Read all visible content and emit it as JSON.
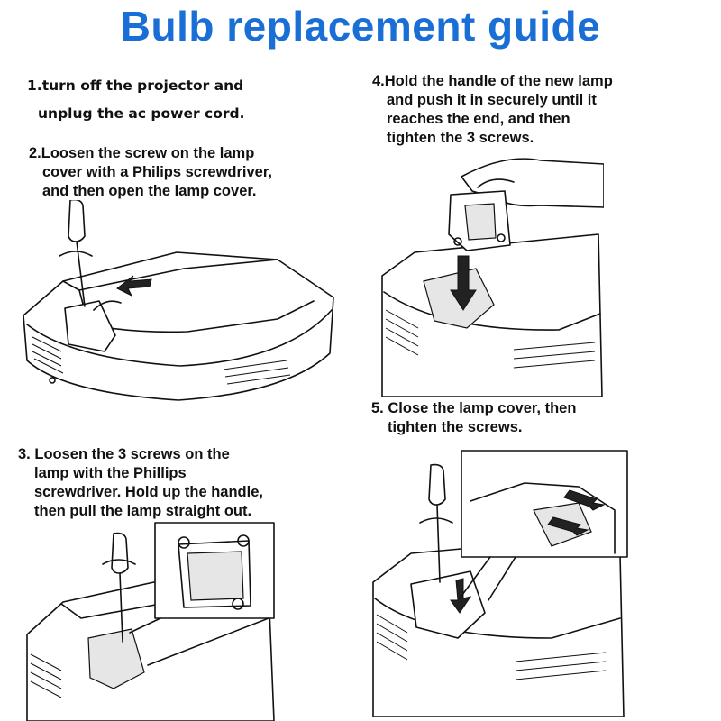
{
  "title": "Bulb replacement guide",
  "colors": {
    "title": "#1a6fd6",
    "text": "#111111",
    "background": "#ffffff"
  },
  "steps": [
    {
      "number": "1.",
      "lines": [
        "turn off the projector and",
        "unplug the ac power cord."
      ]
    },
    {
      "number": "2.",
      "lines": [
        "Loosen the screw on the lamp",
        "cover with a Philips screwdriver,",
        "and then open the lamp cover."
      ]
    },
    {
      "number": "3.",
      "lines": [
        "Loosen the 3 screws on the",
        "lamp with the Phillips",
        "screwdriver. Hold up the handle,",
        "then pull the lamp straight out."
      ]
    },
    {
      "number": "4.",
      "lines": [
        "Hold the handle of the new lamp",
        "and push it in securely until it",
        "reaches the end, and then",
        "tighten the 3 screws."
      ]
    },
    {
      "number": "5.",
      "lines": [
        "Close the lamp cover, then",
        "tighten the screws."
      ]
    }
  ],
  "illustrations": [
    {
      "name": "step-2-illustration",
      "icons": [
        "projector-icon",
        "screwdriver-icon",
        "arrow-icon"
      ]
    },
    {
      "name": "step-3-illustration",
      "icons": [
        "projector-icon",
        "screwdriver-icon",
        "lamp-detail-icon"
      ]
    },
    {
      "name": "step-4-illustration",
      "icons": [
        "projector-icon",
        "hand-icon",
        "lamp-icon",
        "arrow-icon"
      ]
    },
    {
      "name": "step-5-illustration",
      "icons": [
        "projector-icon",
        "screwdriver-icon",
        "cover-detail-icon",
        "arrow-icon"
      ]
    }
  ]
}
